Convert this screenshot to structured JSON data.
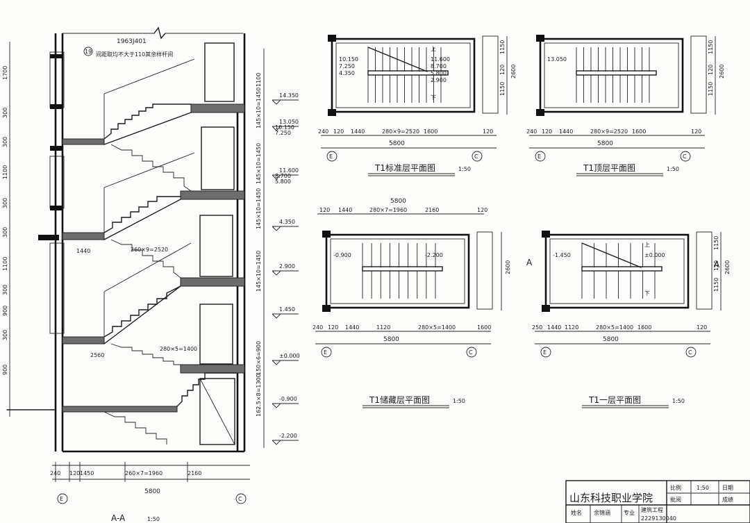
{
  "section": {
    "code_ref": "1963J401",
    "note_tag": "19",
    "note": "间距取均不大于110其余样杆间",
    "title": "A-A",
    "scale": "1:50",
    "left_dims": [
      "1700",
      "300",
      "300",
      "1100",
      "300",
      "300",
      "1100",
      "300",
      "900",
      "300",
      "900"
    ],
    "right_dims": [
      "1100",
      "145×10=1450",
      "145×10=1450",
      "145×10=1450",
      "145×10=1450",
      "150×6=900",
      "162.5×8=1300"
    ],
    "elevations": [
      {
        "v": "14.350"
      },
      {
        "v": "13.050",
        "v2": "10.150",
        "v3": "7.250"
      },
      {
        "v": "11.600",
        "v2": "8.700",
        "v3": "5.800"
      },
      {
        "v": "4.350"
      },
      {
        "v": "2.900"
      },
      {
        "v": "1.450"
      },
      {
        "v": "±0.000"
      },
      {
        "v": "-0.900"
      },
      {
        "v": "-2.200"
      }
    ],
    "inner_dims": {
      "landing": "1440",
      "flight_upper": "260×9=2520",
      "flight_lower": "280×5=1400",
      "bottom": "2560"
    },
    "bottom_dims": [
      "240",
      "120",
      "1450",
      "260×7=1960",
      "2160"
    ],
    "total": "5800",
    "axis_left": "E",
    "axis_right": "C"
  },
  "plans": [
    {
      "id": "standard",
      "title": "T1标准层平面图",
      "scale": "1:50",
      "top_total": "",
      "top_dims": [],
      "bottom_dims": [
        "240",
        "120",
        "1440",
        "280×9=2520",
        "1600",
        "120"
      ],
      "total": "5800",
      "side_dims": [
        "1150",
        "120",
        "1150"
      ],
      "side_total": "2600",
      "elev_labels": [
        "10.150",
        "7.250",
        "4.350"
      ],
      "elev_labels2": [
        "11.600",
        "8.700",
        "5.800",
        "2.900"
      ],
      "marks": [
        "上",
        "下"
      ],
      "axis_left": "E",
      "axis_right": "C"
    },
    {
      "id": "top",
      "title": "T1顶层平面图",
      "scale": "1:50",
      "top_total": "",
      "top_dims": [],
      "bottom_dims": [
        "240",
        "120",
        "1440",
        "280×9=2520",
        "1600",
        "120"
      ],
      "total": "5800",
      "side_dims": [
        "1150",
        "120",
        "1150"
      ],
      "side_total": "2600",
      "elev_labels": [
        "13.050"
      ],
      "elev_labels2": [],
      "marks": [],
      "axis_left": "E",
      "axis_right": "C"
    },
    {
      "id": "storage",
      "title": "T1储藏层平面图",
      "scale": "1:50",
      "top_total": "5800",
      "top_dims": [
        "120",
        "1440",
        "280×7=1960",
        "2160",
        "120"
      ],
      "bottom_dims": [
        "240",
        "120",
        "1440",
        "1120",
        "280×5=1400",
        "1600"
      ],
      "total": "5800",
      "side_dims": [],
      "side_total": "2600",
      "elev_labels": [
        "-0.900"
      ],
      "elev_labels2": [
        "-2.200"
      ],
      "marks": [],
      "axis_left": "E",
      "axis_right": "C"
    },
    {
      "id": "first",
      "title": "T1一层平面图",
      "scale": "1:50",
      "top_total": "",
      "top_dims": [],
      "bottom_dims": [
        "250",
        "1440",
        "1120",
        "280×5=1400",
        "1600",
        "120"
      ],
      "total": "5800",
      "side_dims": [
        "1150",
        "120",
        "1150"
      ],
      "side_total": "2600",
      "elev_labels": [
        "-1.450"
      ],
      "elev_labels2": [
        "±0.000"
      ],
      "marks": [
        "上",
        "下"
      ],
      "section_mark": "A",
      "axis_left": "E",
      "axis_right": "C"
    }
  ],
  "title_block": {
    "school": "山东科技职业学院",
    "scale_label": "比例",
    "scale_value": "1:50",
    "date_label": "日期",
    "checked_label": "批阅",
    "grade_label": "成绩",
    "name_label": "姓名",
    "name_value": "余锦涵",
    "major_label": "专业",
    "major_value": "建筑工程",
    "student_no": "2229130040"
  }
}
